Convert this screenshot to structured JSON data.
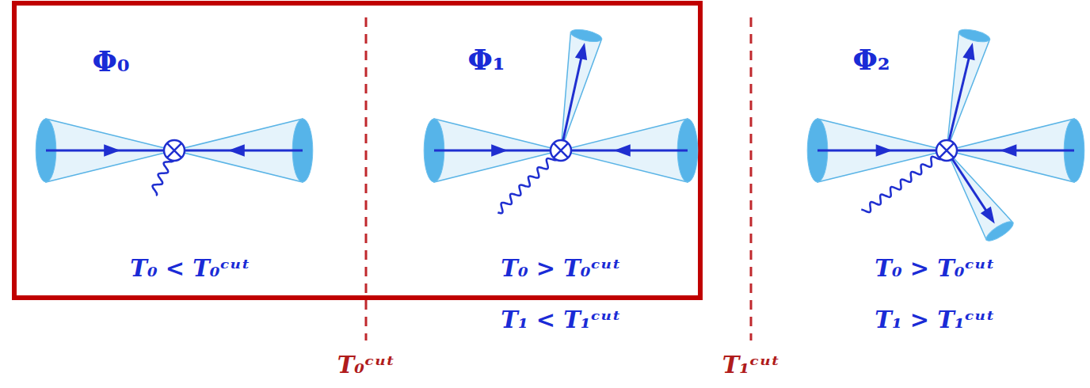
{
  "diagram": {
    "labels": [
      "Φ₀",
      "T₀ < T₀ᶜᵘᵗ",
      "Φ₁",
      "T₀ > T₀ᶜᵘᵗ",
      "T₁ < T₁ᶜᵘᵗ",
      "Φ₂",
      "T₀ > T₀ᶜᵘᵗ",
      "T₁ > T₁ᶜᵘᵗ",
      "T₀ᶜᵘᵗ",
      "T₁ᶜᵘᵗ"
    ]
  }
}
